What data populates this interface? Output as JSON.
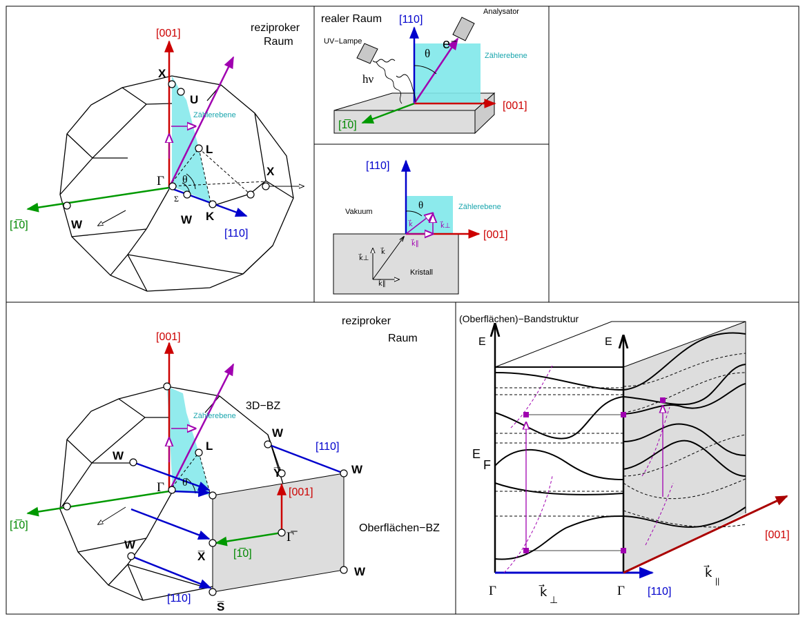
{
  "colors": {
    "red": "#cc0000",
    "blue": "#0000cc",
    "green": "#009900",
    "magenta": "#a000b0",
    "cyan_fill": "#7fe8ea",
    "cyan_text": "#19a5ad",
    "gray_fill": "#dddddd"
  },
  "panel_tl": {
    "title1": "reziproker",
    "title2": "Raum",
    "dir_001": "[001]",
    "dir_1m10": "[1̅0]",
    "dir_110": "[110]",
    "X_top": "X",
    "U": "U",
    "L": "L",
    "Gamma": "Γ",
    "theta": "θ",
    "Sigma": "Σ",
    "K": "K",
    "W_bottom": "W",
    "W_left": "W",
    "X_right": "X",
    "plane": "Zählerebene"
  },
  "panel_tm": {
    "title": "realer Raum",
    "dir_110_up": "[110]",
    "analysator": "Analysator",
    "electron": "e⁻",
    "uv_lamp": "UV−Lampe",
    "hnu": "hν",
    "theta": "θ",
    "plane": "Zählerebene",
    "dir_001": "[001]",
    "dir_1m10": "[1̅0]"
  },
  "panel_tm2": {
    "dir_110": "[110]",
    "theta": "θ",
    "plane": "Zählerebene",
    "vacuum": "Vakuum",
    "dir_001": "[001]",
    "crystal": "Kristall",
    "k_vec": "k⃗",
    "k_perp": "k⃗⊥",
    "k_par": "k⃗∥"
  },
  "panel_bl": {
    "title1": "reziproker",
    "title2": "Raum",
    "dir_001": "[001]",
    "bz3d": "3D−BZ",
    "plane": "Zählerebene",
    "W1": "W",
    "W2": "W",
    "W3": "W",
    "W4": "W",
    "W5": "W",
    "L": "L",
    "Gamma": "Γ",
    "theta": "θ",
    "dir_110_top": "[110]",
    "Ybar": "Y̅",
    "dir_001_surf": "[001]",
    "Gammabar": "Γ̅",
    "dir_1m10_left": "[1̅0]",
    "dir_1m10_surf": "[1̅0]",
    "Xbar": "X̅",
    "surface_bz": "Oberflächen−BZ",
    "dir_110_bottom": "[110]",
    "Sbar": "S̅"
  },
  "panel_br": {
    "title": "(Oberflächen)−Bandstruktur",
    "E_left": "E",
    "E_mid": "E",
    "E_F": "E",
    "E_F_sub": "F",
    "Gamma_left": "Γ",
    "k_perp": "k⃗",
    "k_perp_sub": "⊥",
    "Gamma_mid": "Γ",
    "dir_110": "[110]",
    "k_par": "k⃗",
    "k_par_sub": "||",
    "dir_001": "[001]"
  }
}
